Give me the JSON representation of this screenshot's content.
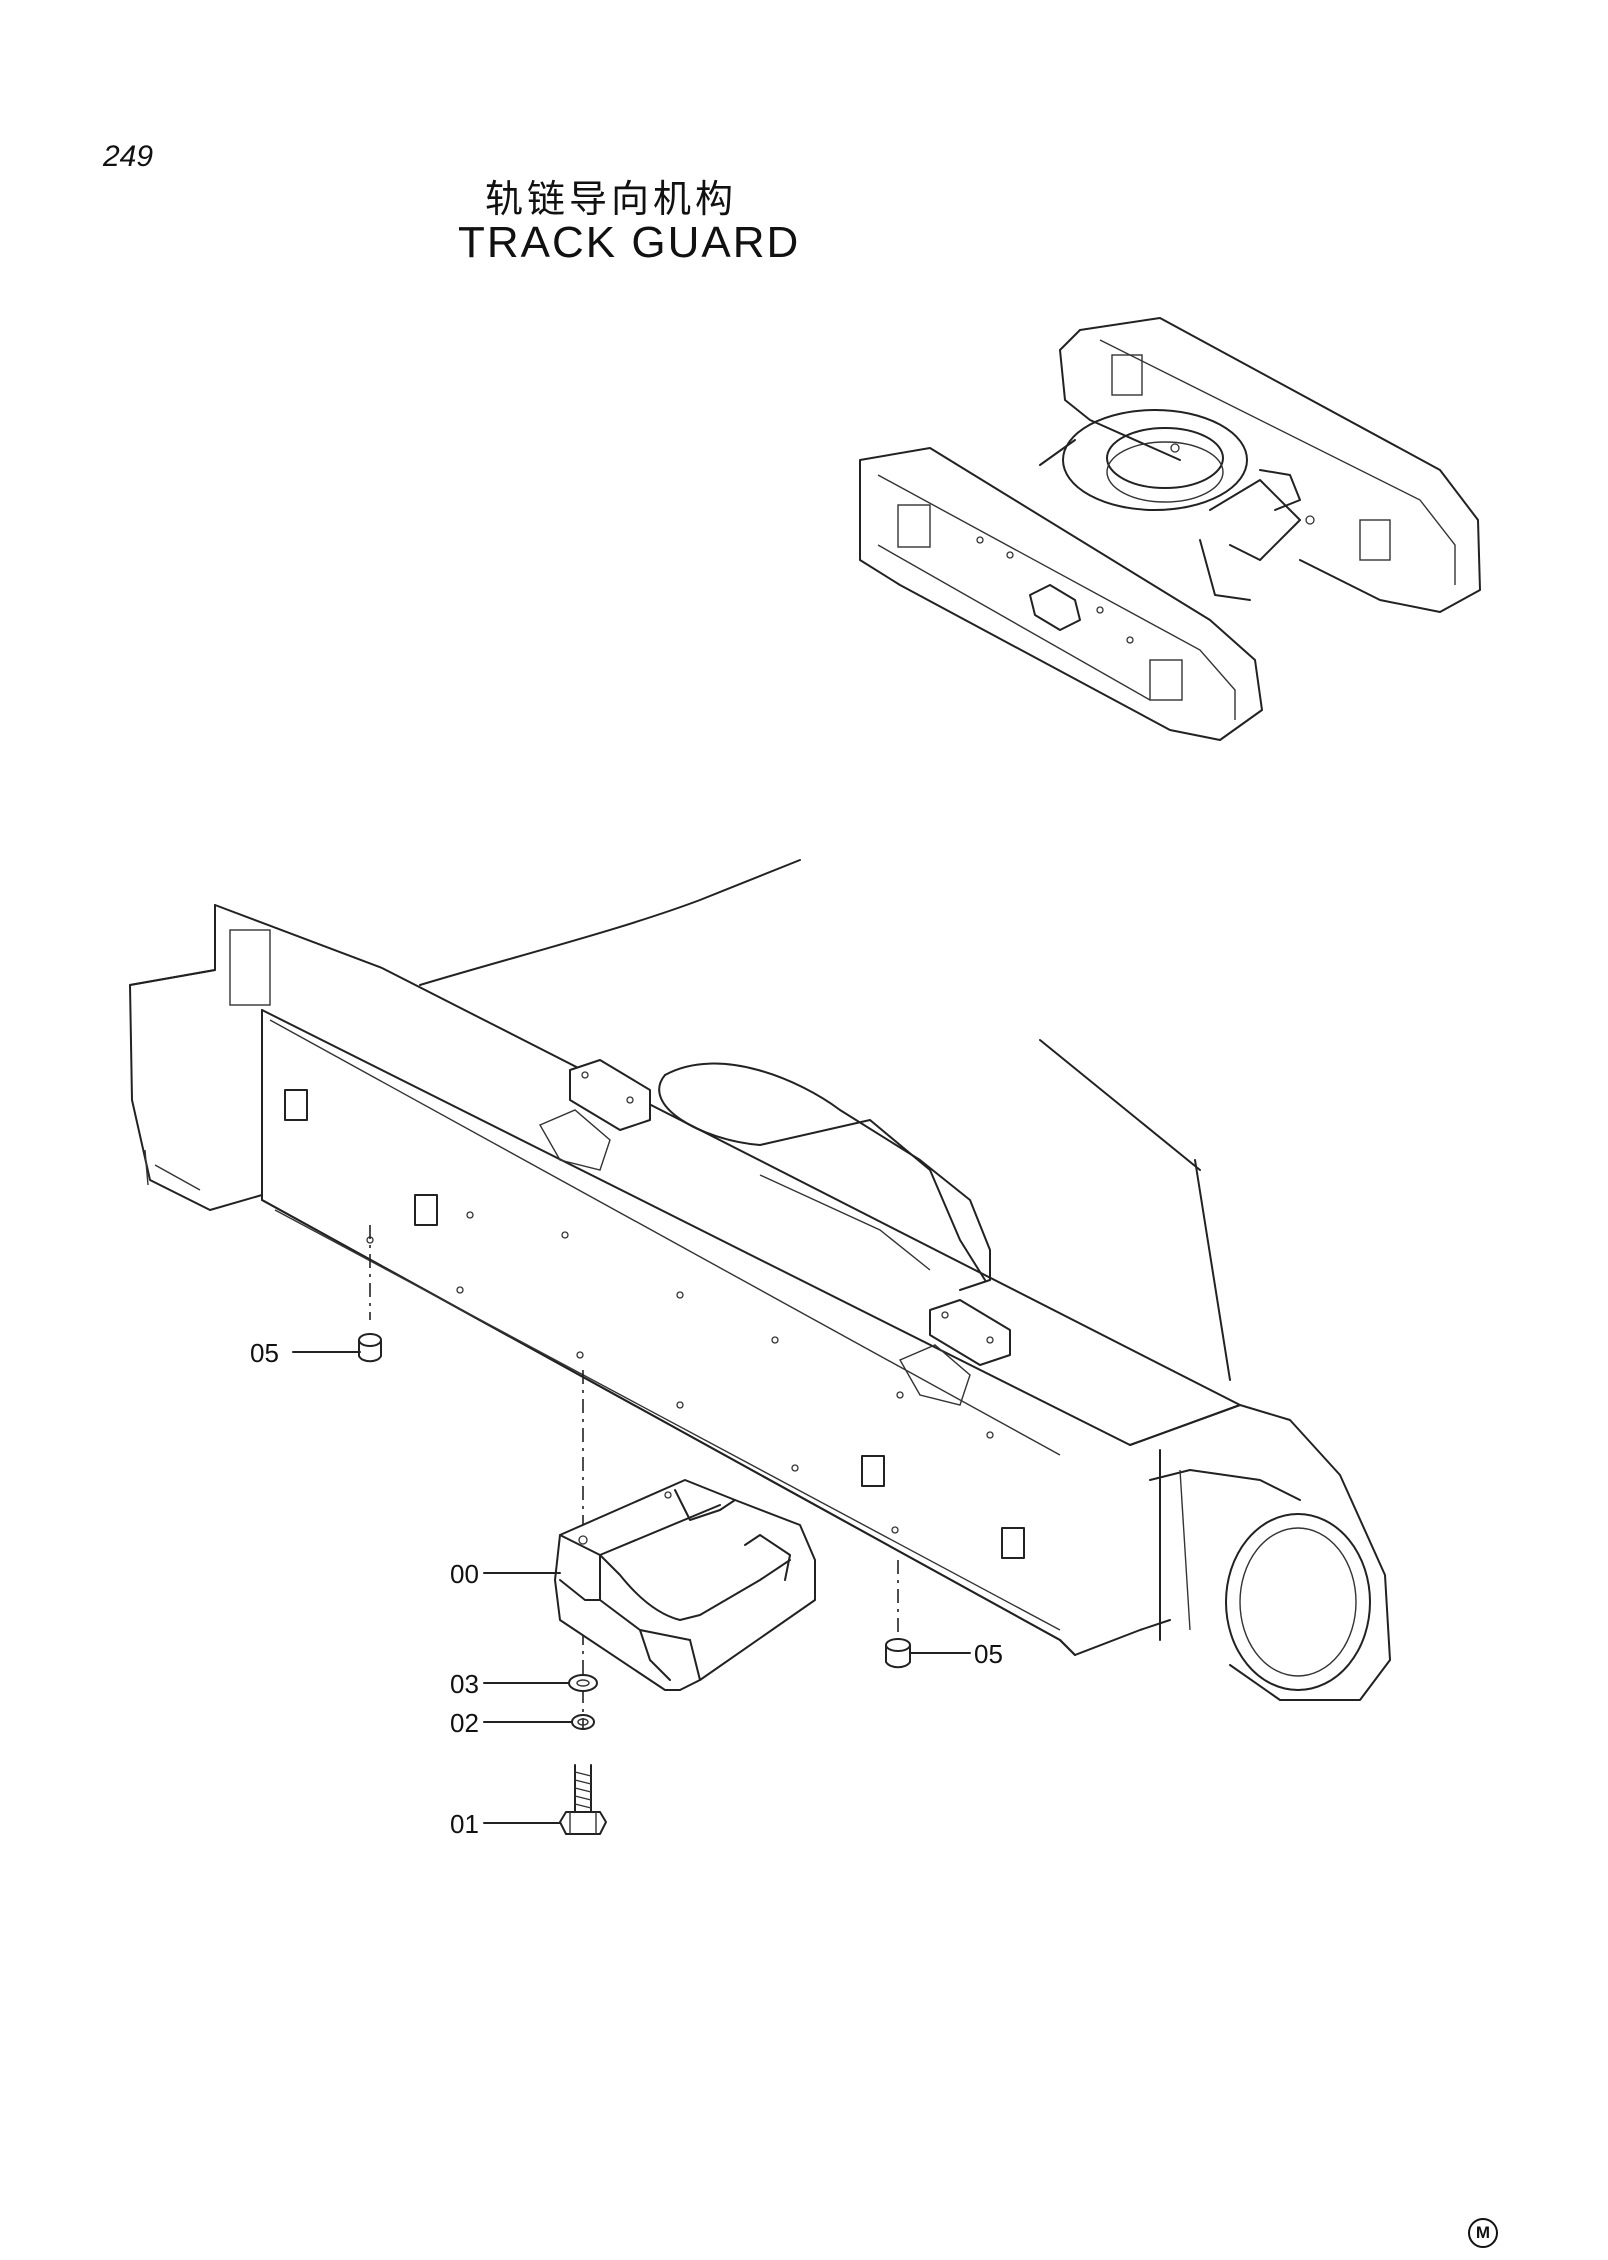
{
  "page_number": "249",
  "title_cn": "轨链导向机构",
  "title_en": "TRACK GUARD",
  "callouts": [
    {
      "id": "callout-05-left",
      "label": "05"
    },
    {
      "id": "callout-00",
      "label": "00"
    },
    {
      "id": "callout-03",
      "label": "03"
    },
    {
      "id": "callout-02",
      "label": "02"
    },
    {
      "id": "callout-01",
      "label": "01"
    },
    {
      "id": "callout-05-right",
      "label": "05"
    }
  ],
  "maker_mark": "M"
}
